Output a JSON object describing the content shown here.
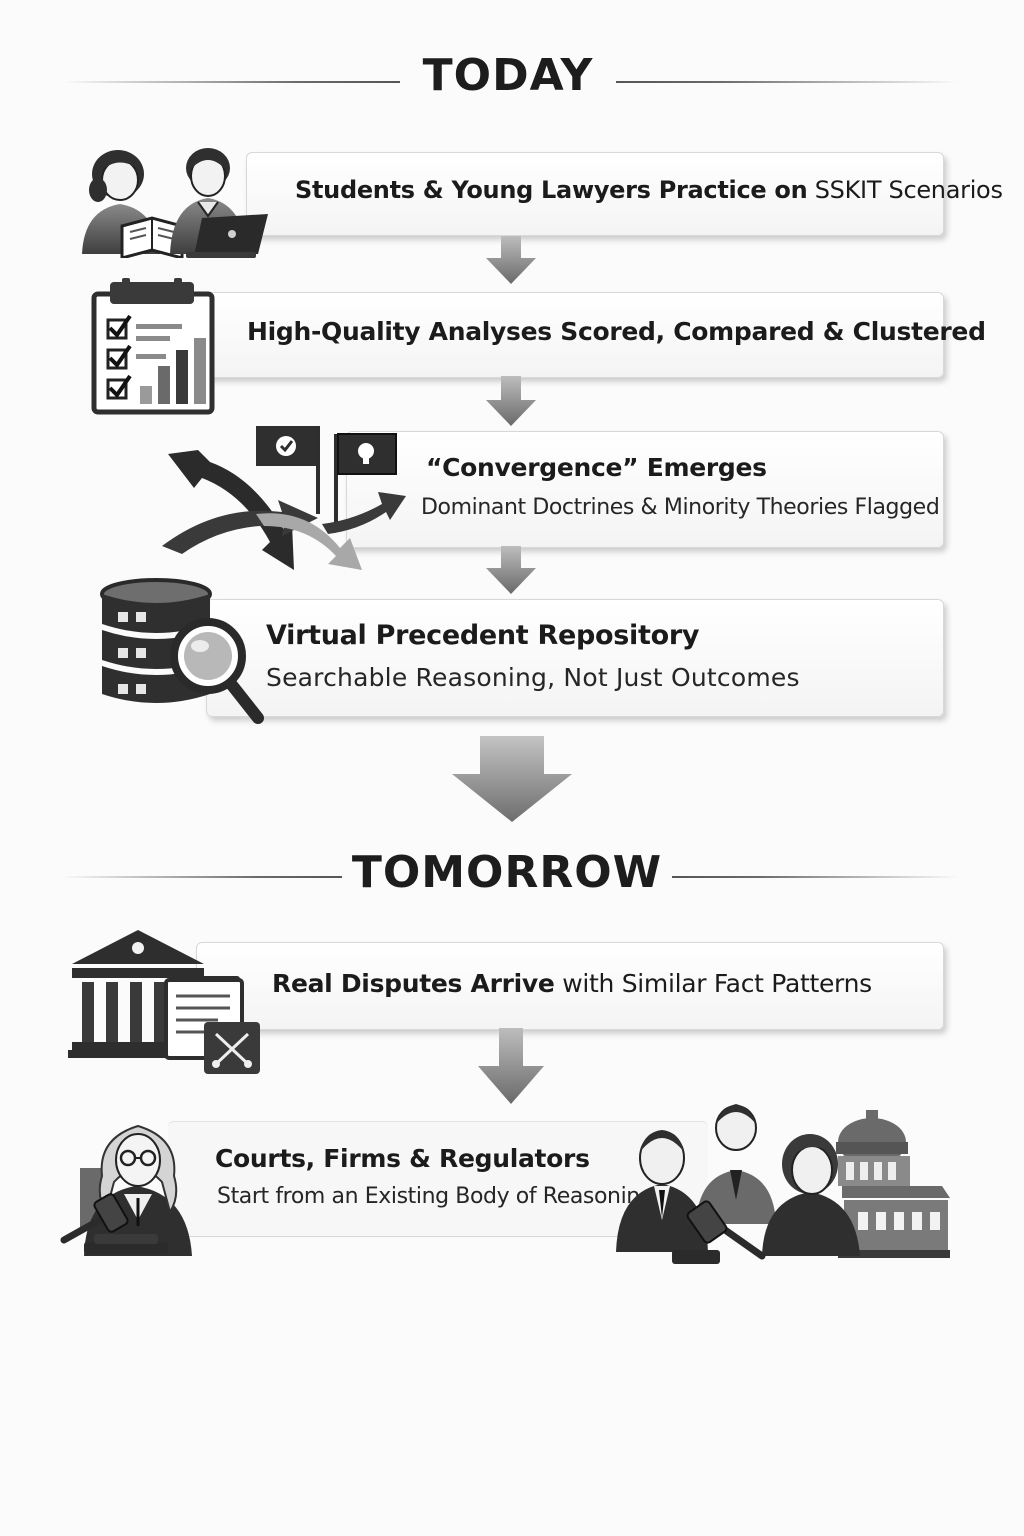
{
  "sections": {
    "today": "TODAY",
    "tomorrow": "TOMORROW"
  },
  "steps": [
    {
      "title_bold": "Students & Young Lawyers Practice on",
      "title_normal": " SSKIT Scenarios",
      "icon": "students-with-book-and-laptop-icon"
    },
    {
      "title": "High-Quality Analyses Scored, Compared & Clustered",
      "icon": "checklist-clipboard-with-bar-chart-icon"
    },
    {
      "title": "“Convergence” Emerges",
      "subtitle": "Dominant Doctrines & Minority Theories Flagged",
      "icon": "converging-arrows-with-flags-icon"
    },
    {
      "title": "Virtual Precedent Repository",
      "subtitle": "Searchable Reasoning, Not Just Outcomes",
      "icon": "database-with-magnifier-icon"
    },
    {
      "title_bold": "Real Disputes Arrive",
      "title_normal": " with Similar Fact Patterns",
      "icon": "courthouse-with-documents-icon"
    },
    {
      "title": "Courts, Firms & Regulators",
      "subtitle": "Start from an Existing Body of Reasoning",
      "icon_left": "judge-with-gavel-icon",
      "icon_right": "lawyers-and-courthouse-icon"
    }
  ],
  "colors": {
    "text": "#1b1b1b",
    "rule": "#6a6a6a",
    "arrow_dark": "#6e6e6e",
    "arrow_light": "#a8a8a8",
    "icon_dark": "#2e2e2e",
    "icon_mid": "#7a7a7a"
  }
}
